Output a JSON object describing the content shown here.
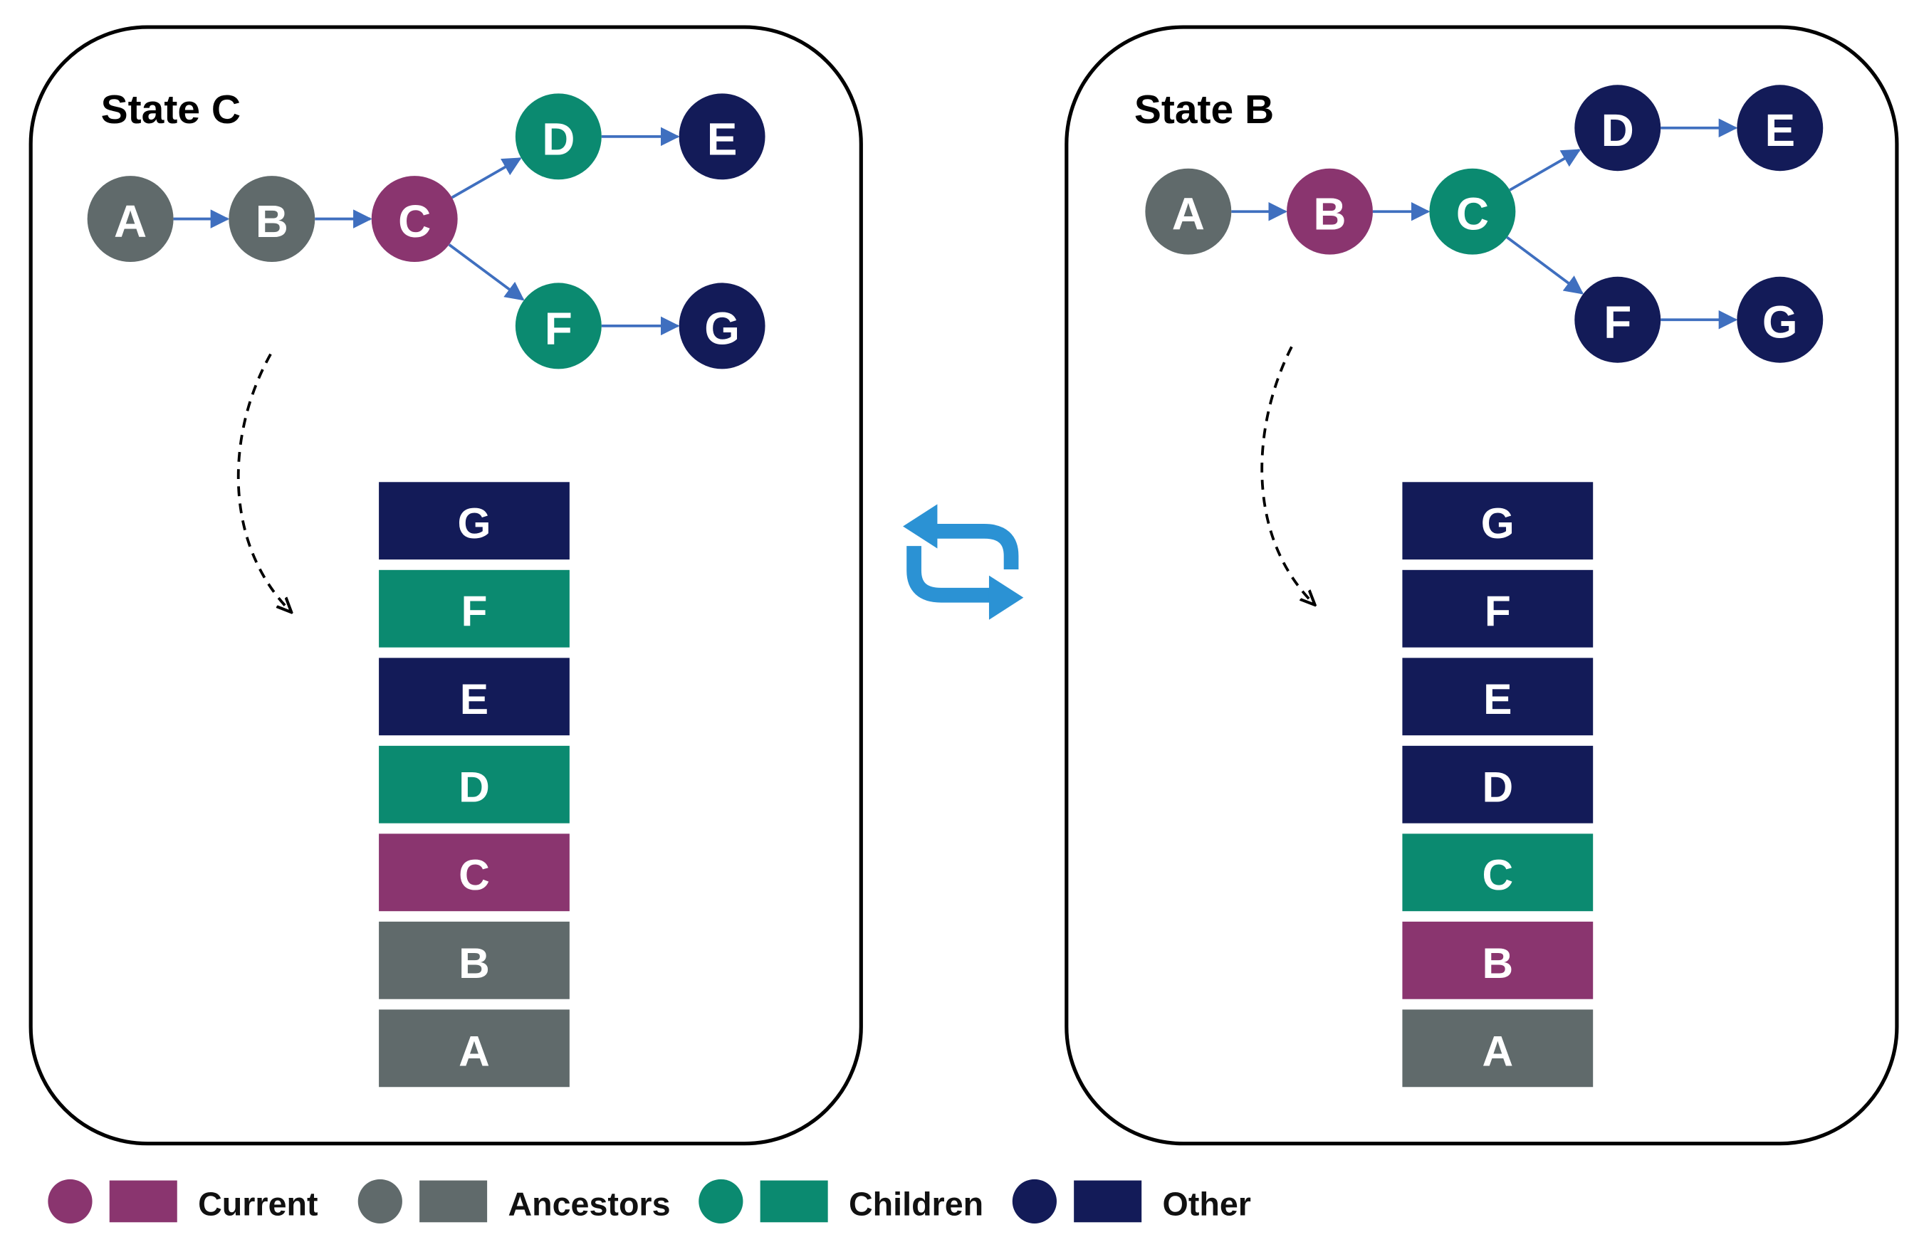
{
  "colors": {
    "current": "#8a356f",
    "ancestors": "#606a6b",
    "children": "#0b8a70",
    "other": "#131b58",
    "edge": "#3f6fbf",
    "swap": "#2b92d4"
  },
  "panels": [
    {
      "title": "State C",
      "nodes": [
        {
          "label": "A",
          "role": "ancestors"
        },
        {
          "label": "B",
          "role": "ancestors"
        },
        {
          "label": "C",
          "role": "current"
        },
        {
          "label": "D",
          "role": "children"
        },
        {
          "label": "E",
          "role": "other"
        },
        {
          "label": "F",
          "role": "children"
        },
        {
          "label": "G",
          "role": "other"
        }
      ],
      "edges": [
        [
          "A",
          "B"
        ],
        [
          "B",
          "C"
        ],
        [
          "C",
          "D"
        ],
        [
          "C",
          "F"
        ],
        [
          "D",
          "E"
        ],
        [
          "F",
          "G"
        ]
      ],
      "stack": [
        {
          "label": "G",
          "role": "other"
        },
        {
          "label": "F",
          "role": "children"
        },
        {
          "label": "E",
          "role": "other"
        },
        {
          "label": "D",
          "role": "children"
        },
        {
          "label": "C",
          "role": "current"
        },
        {
          "label": "B",
          "role": "ancestors"
        },
        {
          "label": "A",
          "role": "ancestors"
        }
      ]
    },
    {
      "title": "State B",
      "nodes": [
        {
          "label": "A",
          "role": "ancestors"
        },
        {
          "label": "B",
          "role": "current"
        },
        {
          "label": "C",
          "role": "children"
        },
        {
          "label": "D",
          "role": "other"
        },
        {
          "label": "E",
          "role": "other"
        },
        {
          "label": "F",
          "role": "other"
        },
        {
          "label": "G",
          "role": "other"
        }
      ],
      "edges": [
        [
          "A",
          "B"
        ],
        [
          "B",
          "C"
        ],
        [
          "C",
          "D"
        ],
        [
          "C",
          "F"
        ],
        [
          "D",
          "E"
        ],
        [
          "F",
          "G"
        ]
      ],
      "stack": [
        {
          "label": "G",
          "role": "other"
        },
        {
          "label": "F",
          "role": "other"
        },
        {
          "label": "E",
          "role": "other"
        },
        {
          "label": "D",
          "role": "other"
        },
        {
          "label": "C",
          "role": "children"
        },
        {
          "label": "B",
          "role": "current"
        },
        {
          "label": "A",
          "role": "ancestors"
        }
      ]
    }
  ],
  "swap_icon": "swap-arrows-icon",
  "legend": [
    {
      "label": "Current",
      "role": "current"
    },
    {
      "label": "Ancestors",
      "role": "ancestors"
    },
    {
      "label": "Children",
      "role": "children"
    },
    {
      "label": "Other",
      "role": "other"
    }
  ]
}
